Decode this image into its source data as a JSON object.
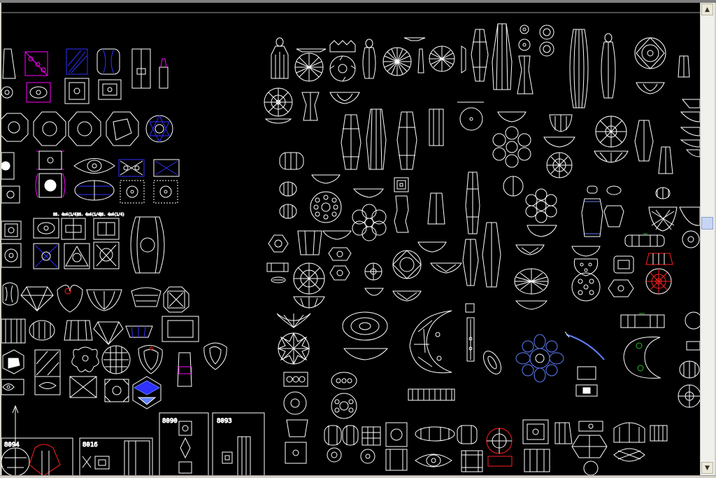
{
  "window": {
    "title": "",
    "view": "CAD drawing – bead / jewelry component catalog"
  },
  "drawing": {
    "background": "#000000",
    "line_color": "#ffffff",
    "accent_colors": [
      "#ff00ff",
      "#3030ff",
      "#ff2020",
      "#20c020",
      "#6080ff"
    ],
    "frame_labels": [
      "8094",
      "8016",
      "8090",
      "8093"
    ],
    "small_labels": [
      "SS. 4x4(1/4)",
      "SS. 4x4(1/4)",
      "SS. 4x4(1/4)"
    ]
  },
  "scrollbar": {
    "up_icon": "arrow-up-icon",
    "down_icon": "arrow-down-icon",
    "thumb_position": 0.45
  }
}
